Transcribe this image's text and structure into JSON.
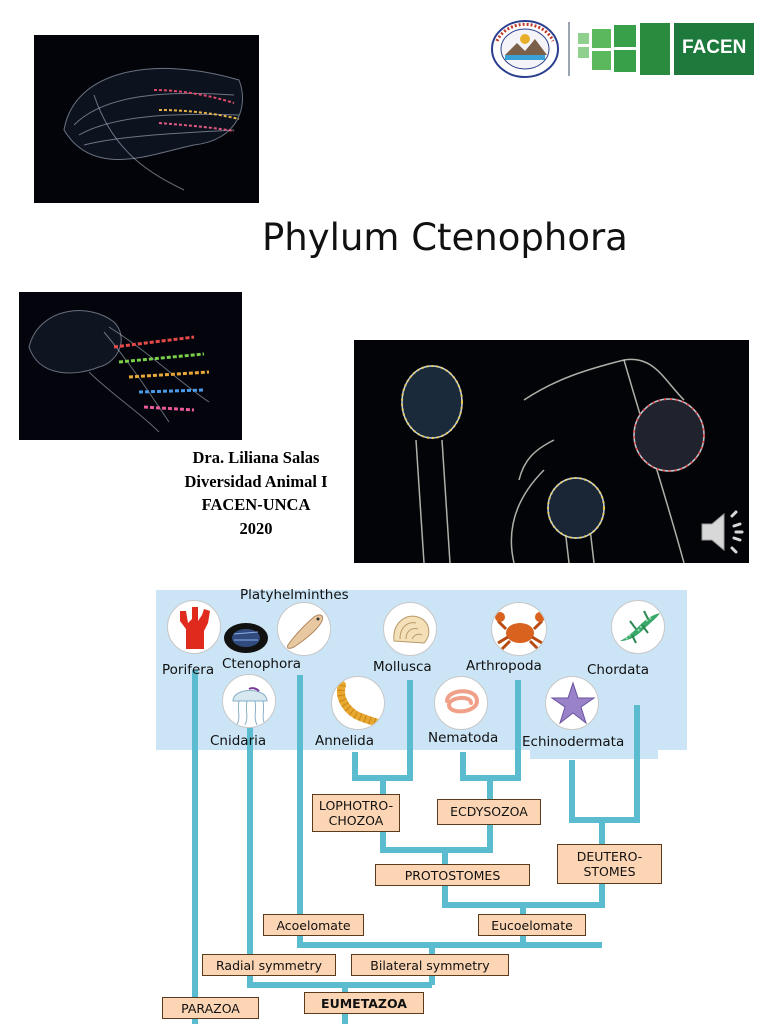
{
  "title": "Phylum Ctenophora",
  "author": {
    "name": "Dra. Liliana Salas",
    "course": "Diversidad Animal I",
    "institution": "FACEN-UNCA",
    "year": "2020"
  },
  "logo": {
    "seal_text": "UNIVERSIDAD NACIONAL DE CATAMARCA",
    "brand": "FACEN"
  },
  "colors": {
    "tree_line": "#5bbcd0",
    "panel": "#cbe4f6",
    "box_fill": "#fcd5b4",
    "facen_green": "#1e7a3c"
  },
  "tree": {
    "taxa": {
      "platyhelminthes": "Platyhelminthes",
      "porifera": "Porifera",
      "ctenophora": "Ctenophora",
      "mollusca": "Mollusca",
      "arthropoda": "Arthropoda",
      "chordata": "Chordata",
      "cnidaria": "Cnidaria",
      "annelida": "Annelida",
      "nematoda": "Nematoda",
      "echinodermata": "Echinodermata"
    },
    "clades": {
      "lophotrochozoa_1": "LOPHOTRO-",
      "lophotrochozoa_2": "CHOZOA",
      "ecdysozoa": "ECDYSOZOA",
      "deuterostomes_1": "DEUTERO-",
      "deuterostomes_2": "STOMES",
      "protostomes": "PROTOSTOMES",
      "acoelomate": "Acoelomate",
      "eucoelomate": "Eucoelomate",
      "radial_symmetry": "Radial symmetry",
      "bilateral_symmetry": "Bilateral symmetry",
      "parazoa": "PARAZOA",
      "eumetazoa": "EUMETAZOA"
    }
  },
  "icons": [
    "sponge-icon",
    "comb-jelly-icon",
    "flatworm-icon",
    "shell-icon",
    "crab-icon",
    "lizard-icon",
    "jellyfish-icon",
    "earthworm-icon",
    "roundworm-icon",
    "sea-star-icon",
    "speaker-icon"
  ]
}
